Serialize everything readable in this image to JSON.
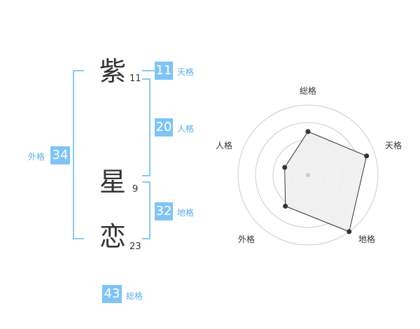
{
  "name": {
    "chars": [
      {
        "char": "紫",
        "strokes": "11"
      },
      {
        "char": "星",
        "strokes": "9"
      },
      {
        "char": "恋",
        "strokes": "23"
      }
    ]
  },
  "kakusu": {
    "tenkaku": {
      "value": "11",
      "label": "天格"
    },
    "jinkaku": {
      "value": "20",
      "label": "人格"
    },
    "chikaku": {
      "value": "32",
      "label": "地格"
    },
    "gaikaku": {
      "value": "34",
      "label": "外格"
    },
    "soukaku": {
      "value": "43",
      "label": "総格"
    }
  },
  "chart_data": {
    "type": "radar",
    "axes": [
      "総格",
      "天格",
      "地格",
      "外格",
      "人格"
    ],
    "values": [
      0.62,
      0.88,
      1.0,
      0.55,
      0.35
    ],
    "range": [
      0,
      1
    ],
    "rings": 4,
    "colors": {
      "fill": "#f0f0f0",
      "line": "#333333",
      "grid": "#cccccc"
    }
  },
  "colors": {
    "accent": "#7fc4f5",
    "accent_text": "#5aafe8"
  }
}
